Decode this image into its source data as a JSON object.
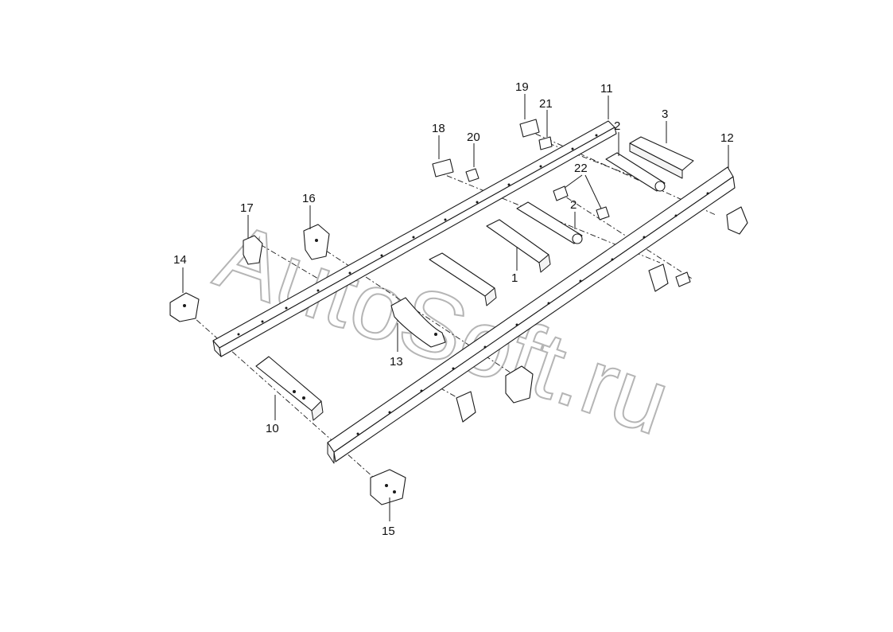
{
  "watermark": "AutoSoft.ru",
  "callouts": [
    {
      "id": "c1",
      "label": "1"
    },
    {
      "id": "c2a",
      "label": "2"
    },
    {
      "id": "c2b",
      "label": "2"
    },
    {
      "id": "c3",
      "label": "3"
    },
    {
      "id": "c10",
      "label": "10"
    },
    {
      "id": "c11",
      "label": "11"
    },
    {
      "id": "c12",
      "label": "12"
    },
    {
      "id": "c13",
      "label": "13"
    },
    {
      "id": "c14",
      "label": "14"
    },
    {
      "id": "c15",
      "label": "15"
    },
    {
      "id": "c16",
      "label": "16"
    },
    {
      "id": "c17",
      "label": "17"
    },
    {
      "id": "c18",
      "label": "18"
    },
    {
      "id": "c19",
      "label": "19"
    },
    {
      "id": "c20",
      "label": "20"
    },
    {
      "id": "c21",
      "label": "21"
    },
    {
      "id": "c22",
      "label": "22"
    }
  ]
}
